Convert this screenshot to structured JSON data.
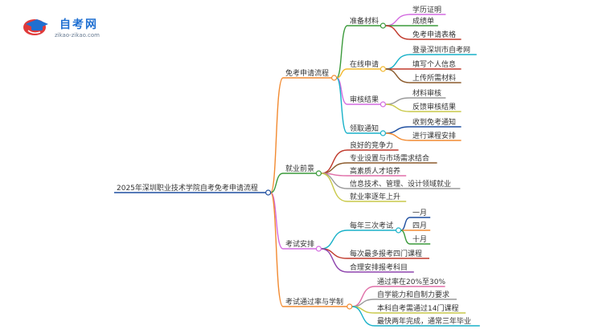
{
  "logo": {
    "name": "自考网",
    "sub": "zikao-zikao.com"
  },
  "root": "2025年深圳职业技术学院自考免考申请流程",
  "branches": [
    {
      "label": "免考申请流程",
      "color": "#f28a30",
      "children": [
        {
          "label": "准备材料",
          "color": "#3a9a3a",
          "children": [
            {
              "label": "学历证明",
              "color": "#d36be0"
            },
            {
              "label": "成绩单",
              "color": "#3a9a3a"
            },
            {
              "label": "免考申请表格",
              "color": "#c0392b"
            }
          ]
        },
        {
          "label": "在线申请",
          "color": "#f2b82e",
          "children": [
            {
              "label": "登录深圳市自考网",
              "color": "#18b1c8"
            },
            {
              "label": "填写个人信息",
              "color": "#c0392b"
            },
            {
              "label": "上传所需材料",
              "color": "#8b5a2b"
            }
          ]
        },
        {
          "label": "审核结果",
          "color": "#d36be0",
          "children": [
            {
              "label": "材料审核",
              "color": "#9a9a9a"
            },
            {
              "label": "反馈审核结果",
              "color": "#c9c94a"
            }
          ]
        },
        {
          "label": "领取通知",
          "color": "#18b1c8",
          "children": [
            {
              "label": "收到免考通知",
              "color": "#1f4fa0"
            },
            {
              "label": "进行课程安排",
              "color": "#f28a30"
            }
          ]
        }
      ]
    },
    {
      "label": "就业前景",
      "color": "#3a9a3a",
      "children": [
        {
          "label": "良好的竞争力",
          "color": "#c0392b"
        },
        {
          "label": "专业设置与市场需求结合",
          "color": "#8b5a2b"
        },
        {
          "label": "高素质人才培养",
          "color": "#e06fa8"
        },
        {
          "label": "信息技术、管理、设计领域就业",
          "color": "#9a9a9a"
        },
        {
          "label": "就业率逐年上升",
          "color": "#c9c94a"
        }
      ]
    },
    {
      "label": "考试安排",
      "color": "#d36be0",
      "children": [
        {
          "label": "每年三次考试",
          "color": "#18b1c8",
          "children": [
            {
              "label": "一月",
              "color": "#1f4fa0"
            },
            {
              "label": "四月",
              "color": "#f28a30"
            },
            {
              "label": "十月",
              "color": "#3a9a3a"
            }
          ]
        },
        {
          "label": "每次最多报考四门课程",
          "color": "#c0392b"
        },
        {
          "label": "合理安排报考科目",
          "color": "#8e44ad"
        }
      ]
    },
    {
      "label": "考试通过率与学制",
      "color": "#f28a30",
      "children": [
        {
          "label": "通过率在20%至30%",
          "color": "#e06fa8"
        },
        {
          "label": "自学能力和自制力要求",
          "color": "#9a9a9a"
        },
        {
          "label": "本科自考需通过14门课程",
          "color": "#c9c94a"
        },
        {
          "label": "最快两年完成，通常三年毕业",
          "color": "#18b1c8"
        }
      ]
    }
  ]
}
